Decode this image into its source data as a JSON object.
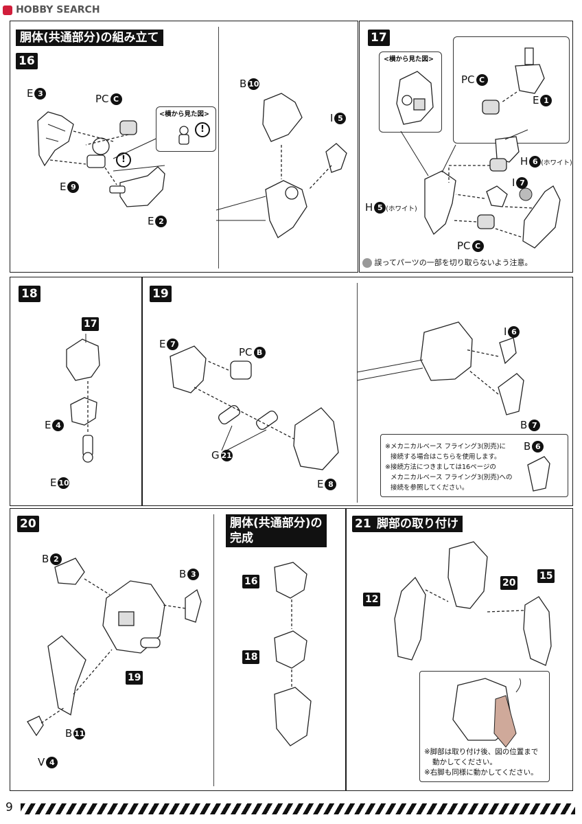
{
  "header": {
    "logo_text": "HOBBY SEARCH"
  },
  "page_number": "9",
  "sections": {
    "s16_title": "胴体(共通部分)の組み立て",
    "s21_title": "脚部の取り付け",
    "complete_title_1": "胴体(共通部分)の",
    "complete_title_2": "完成"
  },
  "steps": {
    "s16": "16",
    "s17": "17",
    "s18": "18",
    "s19": "19",
    "s20": "20",
    "s21": "21"
  },
  "side_view_label": "<横から見た図>",
  "labels": {
    "p16_e3": {
      "letter": "E",
      "num": "3"
    },
    "p16_pcc": {
      "letter": "PC",
      "num": "C"
    },
    "p16_e9": {
      "letter": "E",
      "num": "9"
    },
    "p16_e2": {
      "letter": "E",
      "num": "2"
    },
    "p16_b10": {
      "letter": "B",
      "num": "10"
    },
    "p16_i5": {
      "letter": "I",
      "num": "5"
    },
    "p17_pcc_top": {
      "letter": "PC",
      "num": "C"
    },
    "p17_e1": {
      "letter": "E",
      "num": "1"
    },
    "p17_h6": {
      "letter": "H",
      "num": "6",
      "suffix": "(ホワイト)"
    },
    "p17_i7": {
      "letter": "I",
      "num": "7"
    },
    "p17_h5": {
      "letter": "H",
      "num": "5",
      "suffix": "(ホワイト)"
    },
    "p17_pcc_bottom": {
      "letter": "PC",
      "num": "C"
    },
    "p18_e4": {
      "letter": "E",
      "num": "4"
    },
    "p18_e10": {
      "letter": "E",
      "num": "10"
    },
    "p19_e7": {
      "letter": "E",
      "num": "7"
    },
    "p19_pcb": {
      "letter": "PC",
      "num": "B"
    },
    "p19_g21": {
      "letter": "G",
      "num": "21"
    },
    "p19_e8": {
      "letter": "E",
      "num": "8"
    },
    "p19_i6": {
      "letter": "I",
      "num": "6"
    },
    "p19_b7": {
      "letter": "B",
      "num": "7"
    },
    "p19_b6": {
      "letter": "B",
      "num": "6"
    },
    "p20_b2": {
      "letter": "B",
      "num": "2"
    },
    "p20_b3": {
      "letter": "B",
      "num": "3"
    },
    "p20_b11": {
      "letter": "B",
      "num": "11"
    },
    "p20_v4": {
      "letter": "V",
      "num": "4"
    }
  },
  "ref_tags": {
    "p18_17": "17",
    "p20_19": "19",
    "c_16": "16",
    "c_18": "18",
    "p21_20": "20",
    "p21_12": "12",
    "p21_15": "15"
  },
  "notes": {
    "p17_caution": "誤ってパーツの一部を切り取らないよう注意。",
    "p19_note_1": "※メカニカルベース フライング3(別売)に",
    "p19_note_2": "接続する場合はこちらを使用します。",
    "p19_note_3": "※接続方法につきましては16ページの",
    "p19_note_4": "メカニカルベース フライング3(別売)への",
    "p19_note_5": "接続を参照してください。",
    "p21_note_1": "※脚部は取り付け後、図の位置まで",
    "p21_note_2": "動かしてください。",
    "p21_note_3": "※右脚も同様に動かしてください。"
  }
}
